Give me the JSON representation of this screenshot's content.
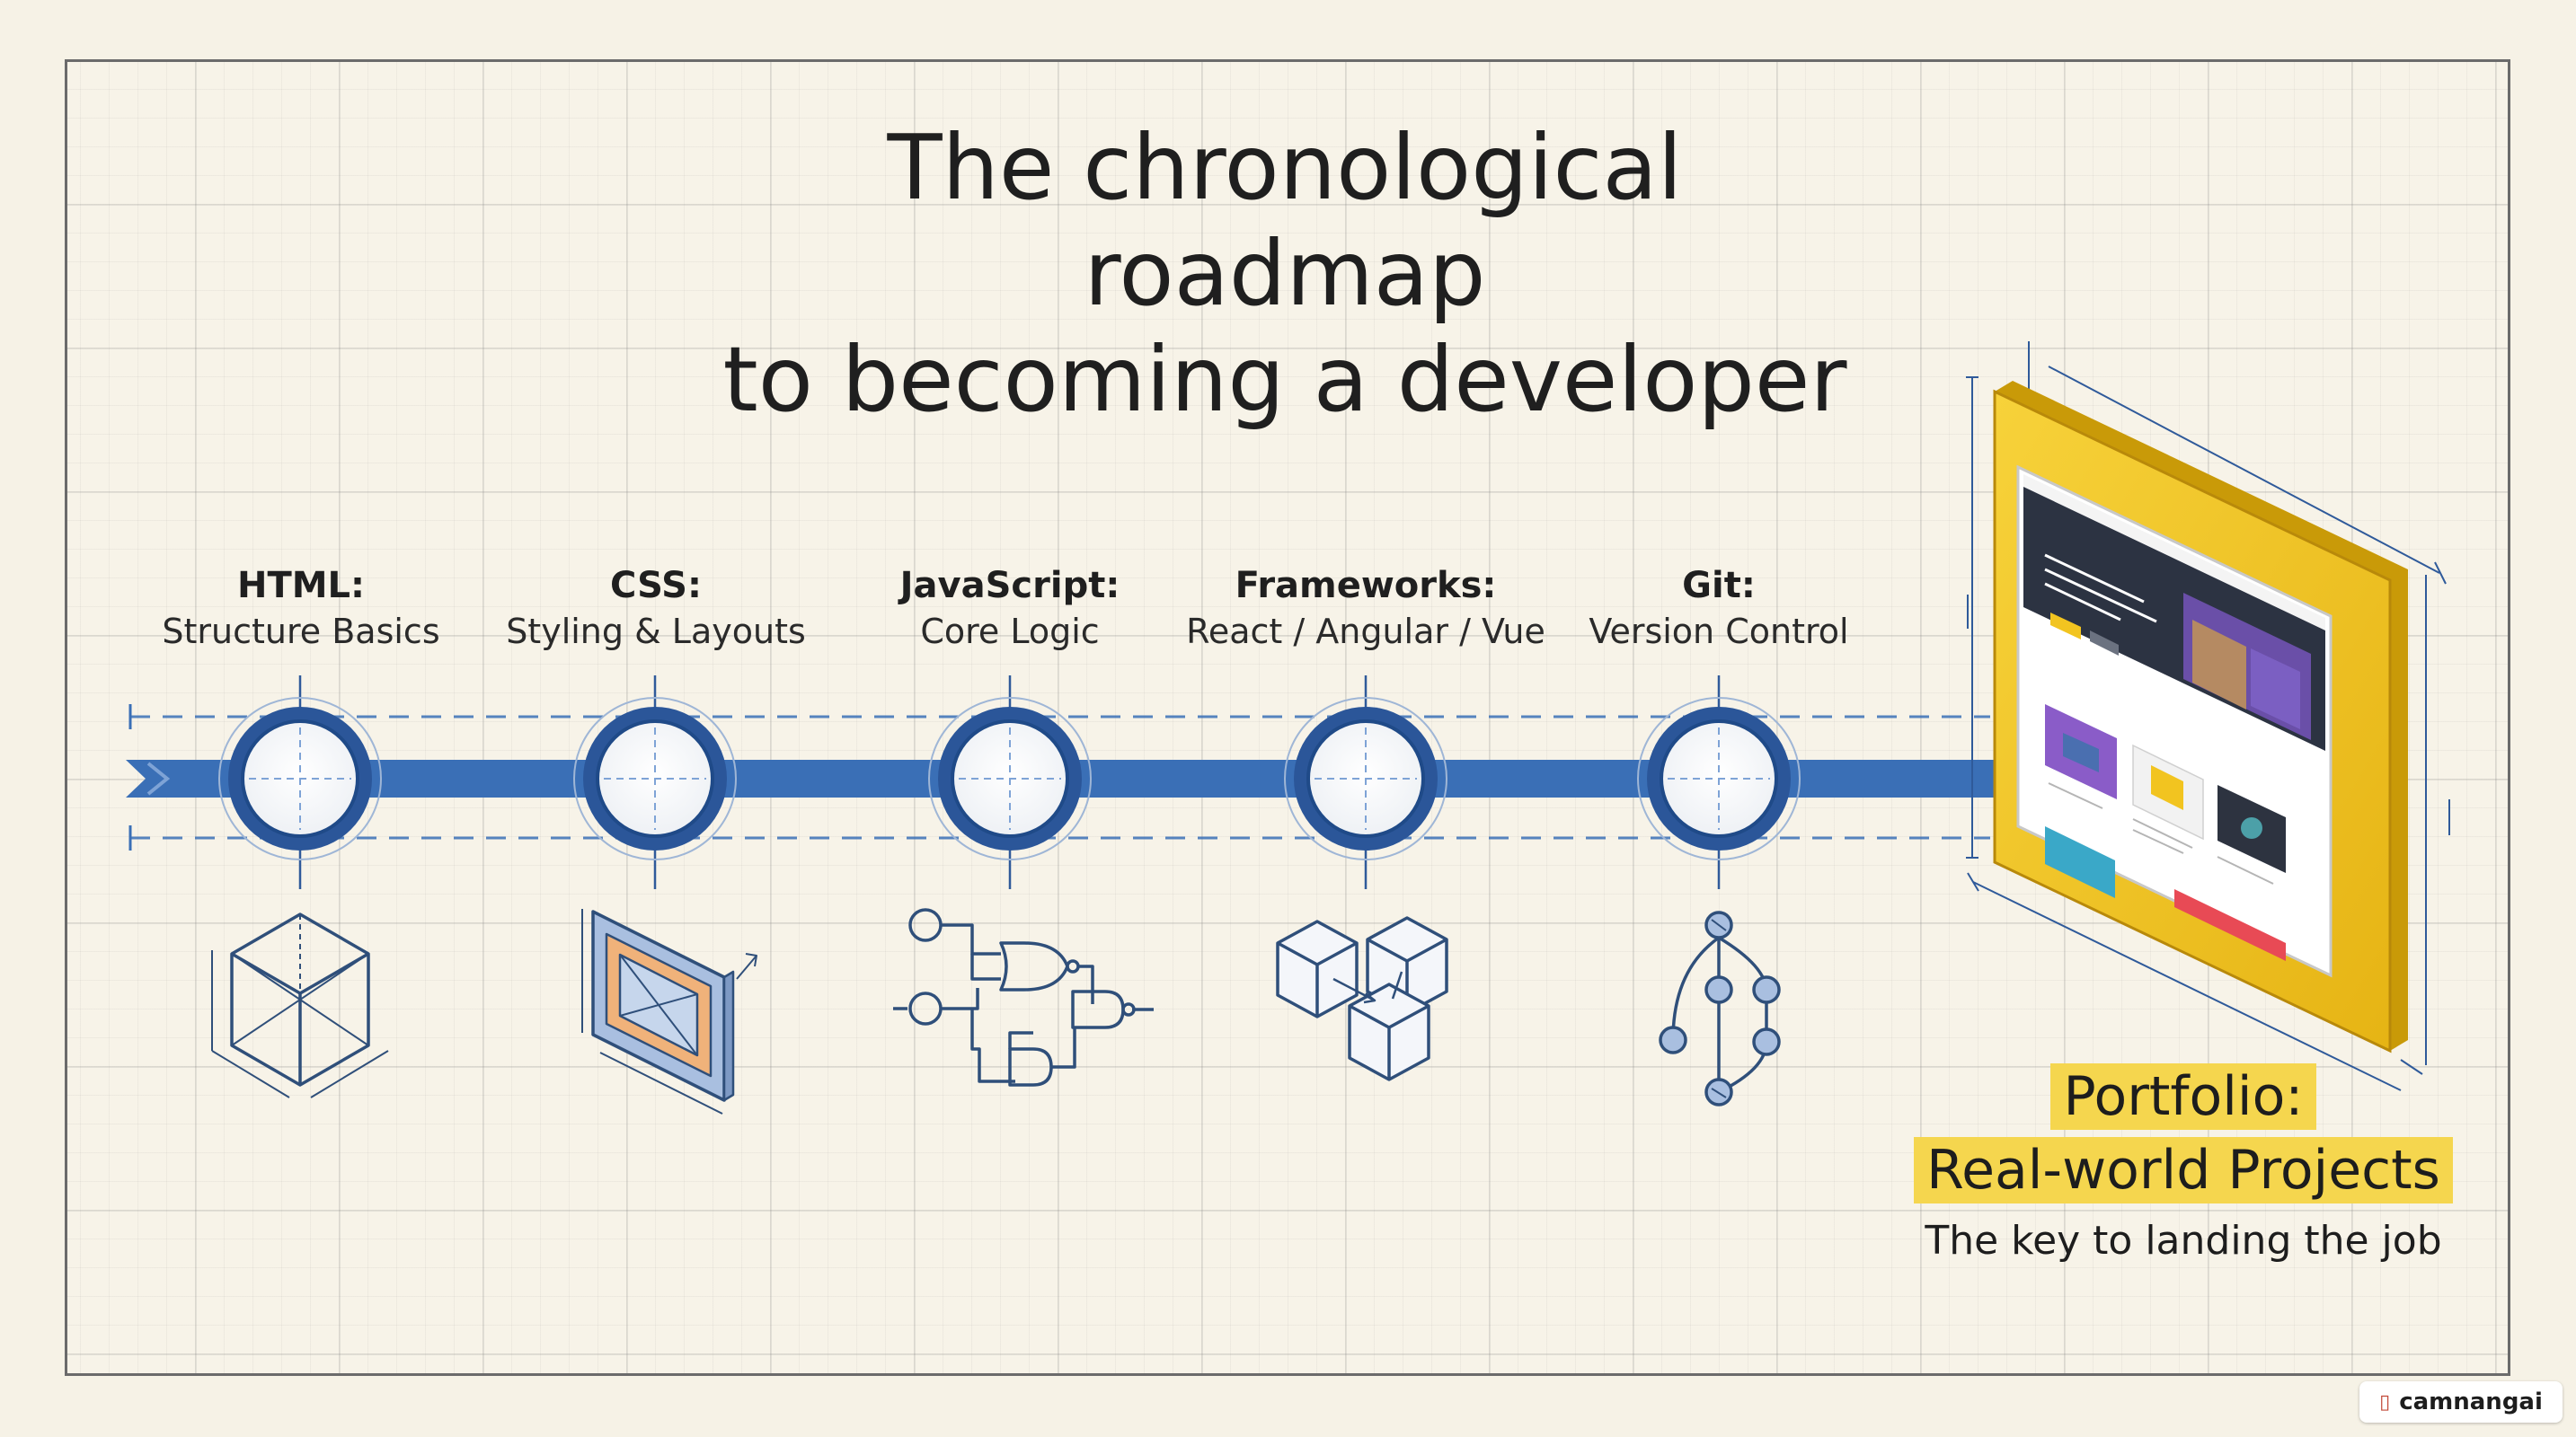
{
  "title": {
    "line1": "The chronological roadmap",
    "line2": "to becoming a developer"
  },
  "stages": [
    {
      "title": "HTML:",
      "subtitle": "Structure Basics",
      "icon": "cube-wireframe-icon"
    },
    {
      "title": "CSS:",
      "subtitle": "Styling & Layouts",
      "icon": "layout-frame-icon"
    },
    {
      "title": "JavaScript:",
      "subtitle": "Core Logic",
      "icon": "logic-gates-icon"
    },
    {
      "title": "Frameworks:",
      "subtitle": "React / Angular / Vue",
      "icon": "stacked-cubes-icon"
    },
    {
      "title": "Git:",
      "subtitle": "Version Control",
      "icon": "branch-graph-icon"
    }
  ],
  "portfolio": {
    "line1": "Portfolio:",
    "line2": "Real-world Projects",
    "subtitle": "The key to landing the job"
  },
  "watermark": {
    "label": "camnangai",
    "icon": "book-icon"
  },
  "colors": {
    "track": "#3a6fb6",
    "node_ring": "#2b5699",
    "blueprint_line": "#2f5a9a",
    "highlight": "#f5d64e",
    "portfolio_frame": "#f2c420",
    "background": "#f6f2e6"
  }
}
